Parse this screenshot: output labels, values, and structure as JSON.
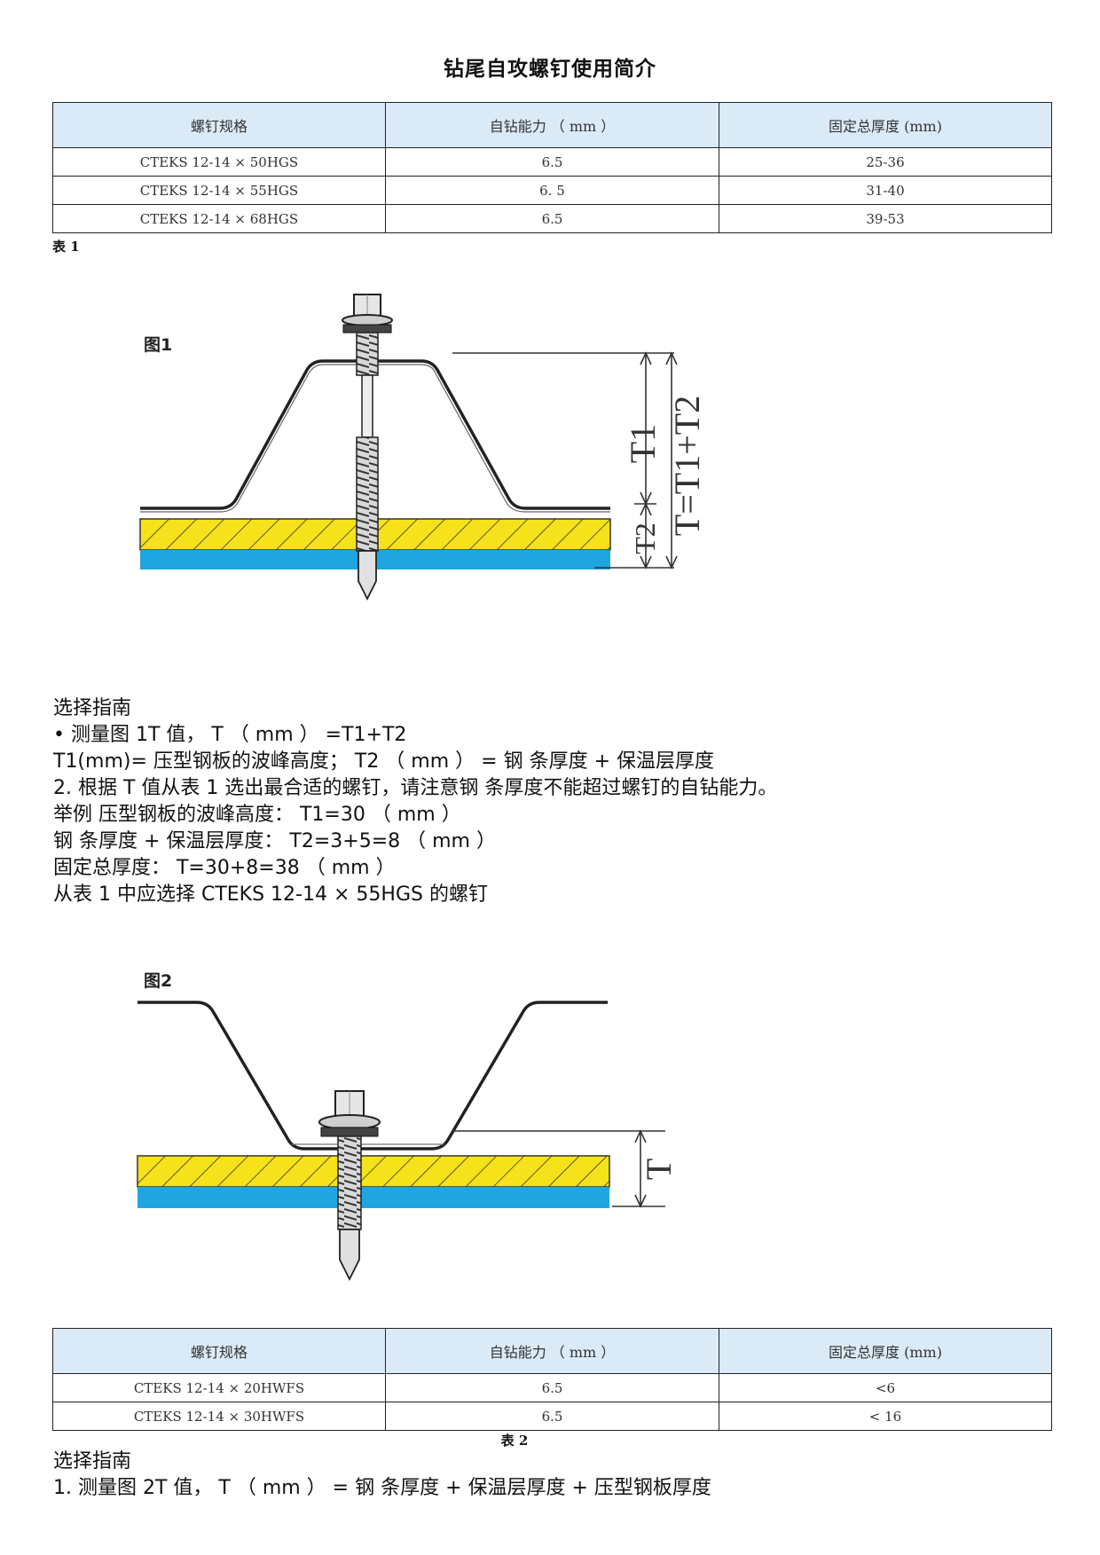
{
  "title": "钻尾自攻螺钉使用简介",
  "table1": {
    "headers": [
      "螺钉规格",
      "自钻能力 （ mm ）",
      "固定总厚度 (mm)"
    ],
    "rows": [
      [
        "CTEKS 12-14 × 50HGS",
        "6.5",
        "25-36"
      ],
      [
        "CTEKS 12-14 × 55HGS",
        "6. 5",
        "31-40"
      ],
      [
        "CTEKS 12-14 × 68HGS",
        "6.5",
        "39-53"
      ]
    ],
    "caption": "表 1"
  },
  "figure1": {
    "label": "图1",
    "dim_t1": "T1",
    "dim_t2": "T2",
    "dim_total": "T=T1+T2",
    "colors": {
      "insulation": "#f6e21a",
      "steel": "#1fa6e0",
      "outline": "#222222"
    }
  },
  "guide1": {
    "lines": [
      "选择指南",
      "•  测量图 1T 值， T （ mm ） =T1+T2",
      "T1(mm)= 压型钢板的波峰高度； T2 （ mm ） = 钢 条厚度 + 保温层厚度",
      "2. 根据 T 值从表 1 选出最合适的螺钉，请注意钢 条厚度不能超过螺钉的自钻能力。",
      "举例 压型钢板的波峰高度： T1=30 （ mm ）",
      "钢 条厚度 + 保温层厚度： T2=3+5=8 （ mm ）",
      "固定总厚度： T=30+8=38 （ mm ）",
      "从表 1 中应选择 CTEKS 12-14 × 55HGS 的螺钉"
    ]
  },
  "figure2": {
    "label": "图2",
    "dim_t": "T"
  },
  "table2": {
    "headers": [
      "螺钉规格",
      "自钻能力 （ mm ）",
      "固定总厚度 (mm)"
    ],
    "rows": [
      [
        "CTEKS 12-14 × 20HWFS",
        "6.5",
        "<6"
      ],
      [
        "CTEKS 12-14 × 30HWFS",
        "6.5",
        "< 16"
      ]
    ],
    "caption": "表 2"
  },
  "guide2": {
    "lines": [
      "选择指南",
      "1. 测量图 2T 值， T （ mm ） = 钢 条厚度 + 保温层厚度 + 压型钢板厚度"
    ]
  }
}
